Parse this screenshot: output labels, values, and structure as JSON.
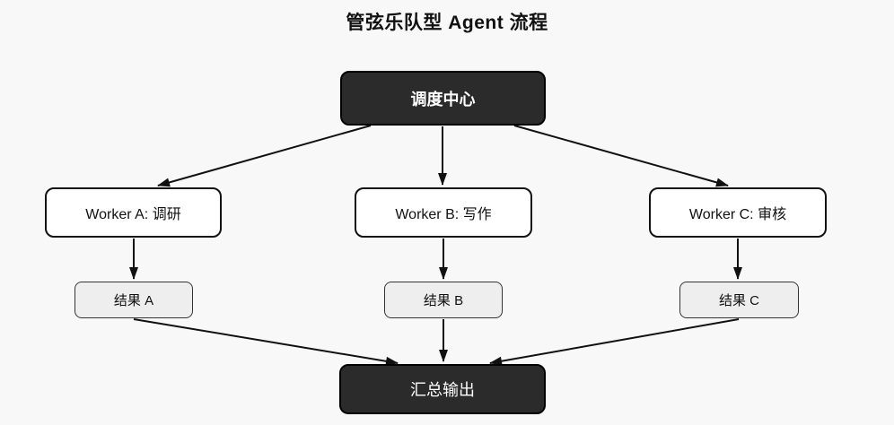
{
  "title": "管弦乐队型 Agent 流程",
  "colors": {
    "background": "#f8f8f8",
    "dark_node_fill": "#2b2b2b",
    "worker_node_fill": "#ffffff",
    "result_node_fill": "#eeeeee",
    "edge_stroke": "#111111",
    "dark_node_text": "#ffffff",
    "light_node_text": "#111111"
  },
  "nodes": {
    "dispatcher": {
      "label": "调度中心"
    },
    "worker_a": {
      "label": "Worker A: 调研"
    },
    "worker_b": {
      "label": "Worker B: 写作"
    },
    "worker_c": {
      "label": "Worker C: 审核"
    },
    "result_a": {
      "label": "结果 A"
    },
    "result_b": {
      "label": "结果 B"
    },
    "result_c": {
      "label": "结果 C"
    },
    "output": {
      "label": "汇总输出"
    }
  },
  "edges": [
    {
      "from": "dispatcher",
      "to": "worker_a"
    },
    {
      "from": "dispatcher",
      "to": "worker_b"
    },
    {
      "from": "dispatcher",
      "to": "worker_c"
    },
    {
      "from": "worker_a",
      "to": "result_a"
    },
    {
      "from": "worker_b",
      "to": "result_b"
    },
    {
      "from": "worker_c",
      "to": "result_c"
    },
    {
      "from": "result_a",
      "to": "output"
    },
    {
      "from": "result_b",
      "to": "output"
    },
    {
      "from": "result_c",
      "to": "output"
    }
  ]
}
